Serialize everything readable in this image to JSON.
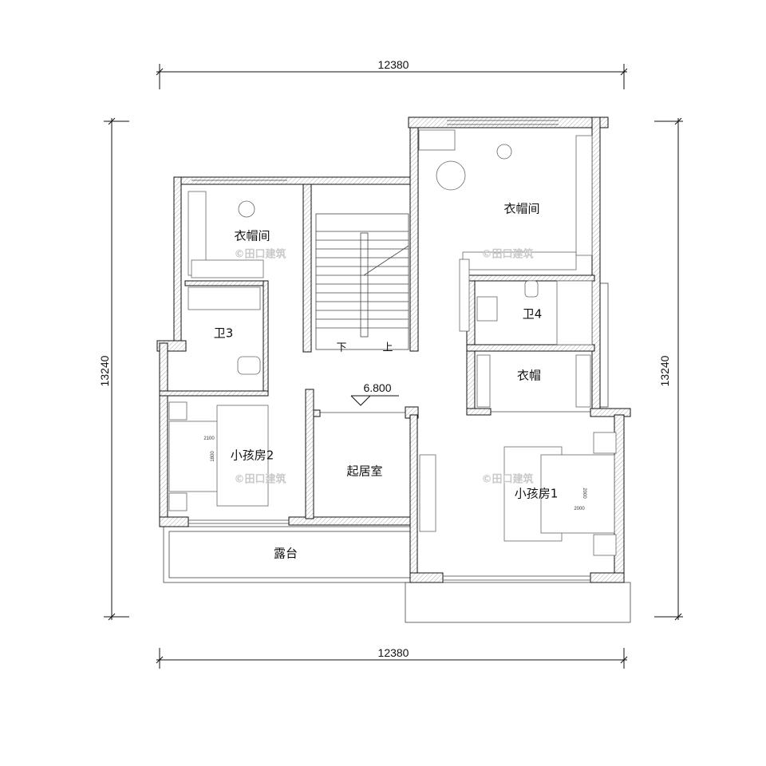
{
  "dimensions": {
    "top": "12380",
    "bottom": "12380",
    "left": "13240",
    "right": "13240"
  },
  "rooms": {
    "wardrobe_left": "衣帽间",
    "wardrobe_right": "衣帽间",
    "bath3": "卫3",
    "bath4": "卫4",
    "closet": "衣帽",
    "kids_room_2": "小孩房2",
    "living_room": "起居室",
    "kids_room_1": "小孩房1",
    "terrace": "露台"
  },
  "stairs": {
    "down": "下",
    "up": "上"
  },
  "level": "6.800",
  "furniture_dims": {
    "bed2_length": "2100",
    "bed2_width": "1800",
    "bed1_length": "2000",
    "bed1_width": "2000"
  },
  "watermark": "©田口建筑"
}
